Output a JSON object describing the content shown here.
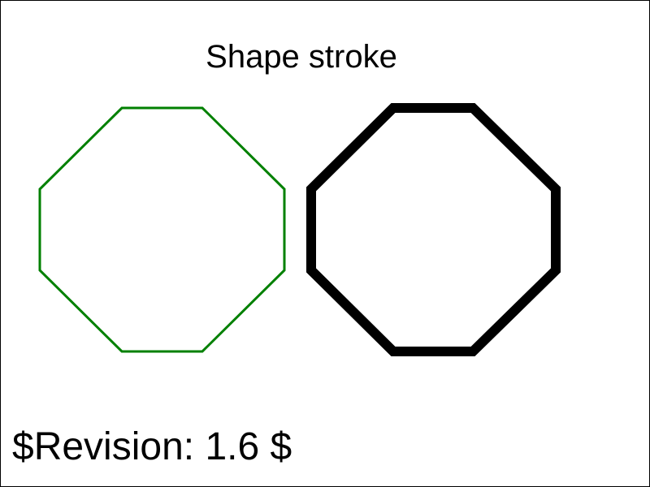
{
  "title": "Shape stroke",
  "revision": "$Revision: 1.6 $",
  "shapes": [
    {
      "name": "thin-green-octagon",
      "shape": "octagon",
      "stroke_color": "#008000",
      "fill": "none"
    },
    {
      "name": "thick-black-octagon",
      "shape": "octagon",
      "stroke_color": "#000000",
      "fill": "none"
    }
  ],
  "colors": {
    "background": "#ffffff",
    "border": "#000000",
    "text": "#000000"
  }
}
